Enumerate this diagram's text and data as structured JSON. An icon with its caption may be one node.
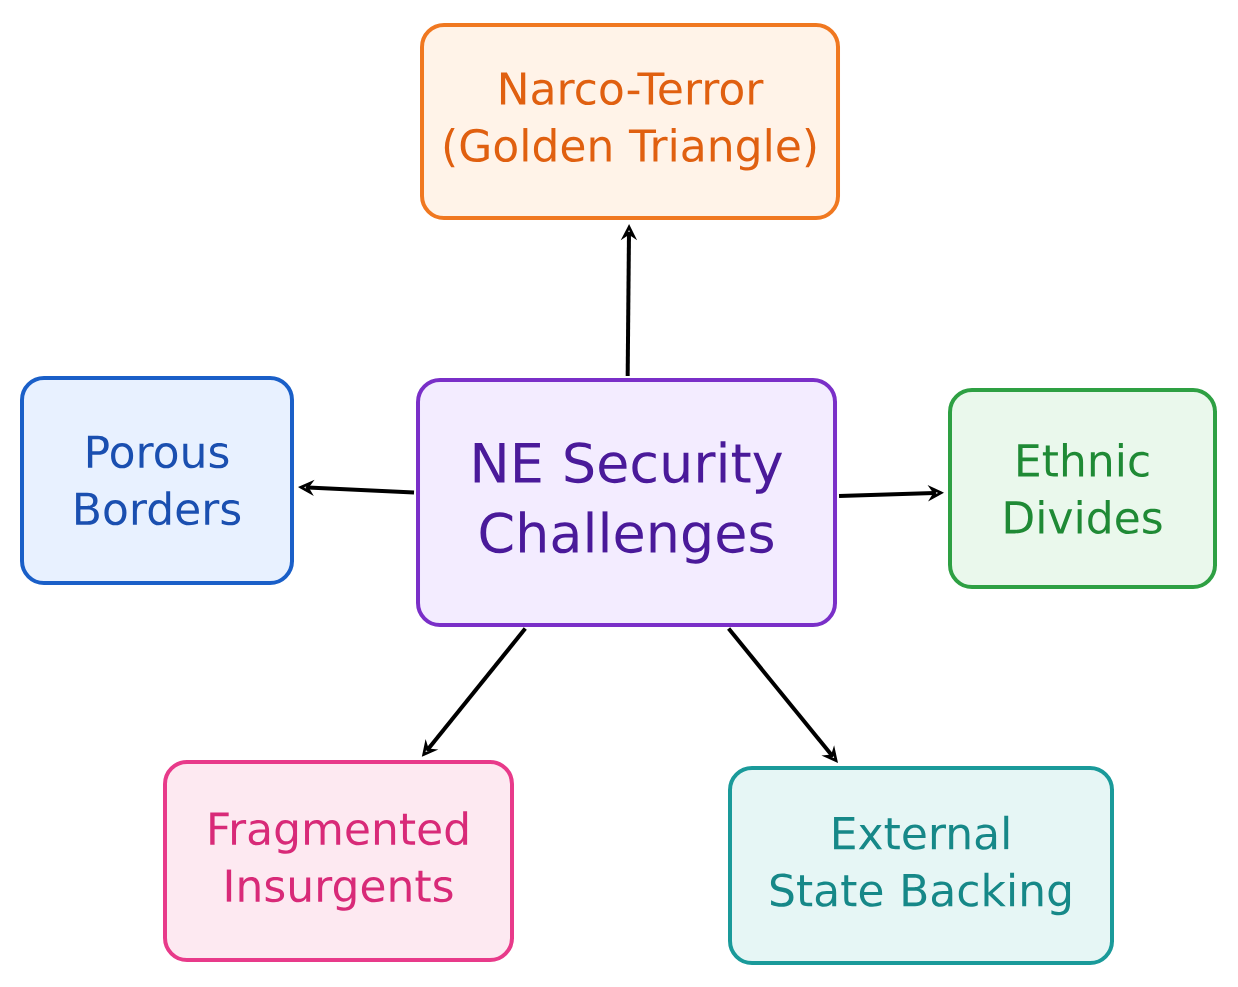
{
  "diagram": {
    "nodes": [
      {
        "text": [
          "NE Security Challenges"
        ]
      },
      {
        "text": [
          "Narco-Terror (Golden Triangle)"
        ]
      },
      {
        "text": [
          "Porous Borders"
        ]
      },
      {
        "text": [
          "Ethnic Divides"
        ]
      },
      {
        "text": [
          "Fragmented Insurgents"
        ]
      },
      {
        "text": [
          "External State Backing"
        ]
      }
    ],
    "edges": [
      {
        "from": 0,
        "to": 1,
        "arrow": "to"
      },
      {
        "from": 0,
        "to": 2,
        "arrow": "to"
      },
      {
        "from": 0,
        "to": 3,
        "arrow": "to"
      },
      {
        "from": 0,
        "to": 4,
        "arrow": "to"
      },
      {
        "from": 0,
        "to": 5,
        "arrow": "to"
      }
    ]
  }
}
